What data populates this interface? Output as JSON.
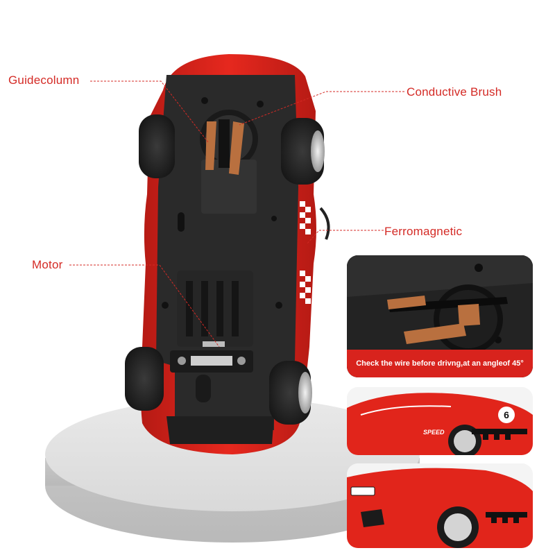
{
  "labels": {
    "guidecolumn": "Guidecolumn",
    "conductive_brush": "Conductive Brush",
    "ferromagnetic": "Ferromagnetic",
    "motor": "Motor"
  },
  "panels": {
    "detail_caption": "Check the wire before drivng,at an angleof 45°"
  },
  "decals": {
    "speed": "SPEED",
    "number": "6"
  },
  "colors": {
    "label_red": "#d42a25",
    "car_red": "#e1251b",
    "chassis_black": "#2a2a2a",
    "caption_bar": "#d8231d"
  }
}
